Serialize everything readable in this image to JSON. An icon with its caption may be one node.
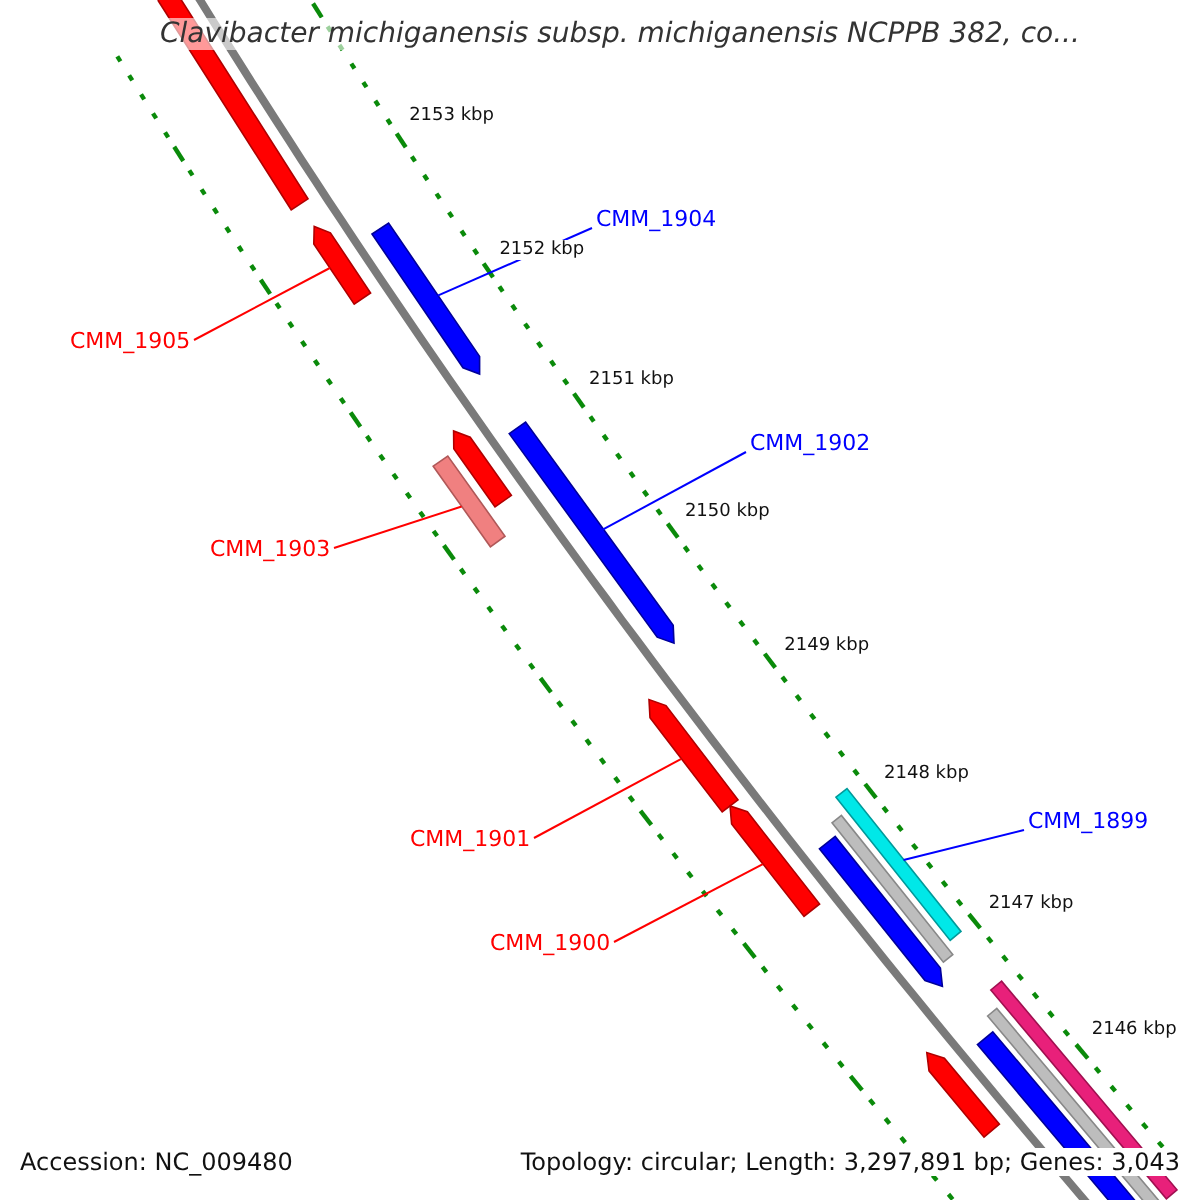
{
  "diagram": {
    "title": "Clavibacter michiganensis subsp. michiganensis NCPPB 382, co...",
    "nodes": [
      {
        "text": [
          "CMM_1904"
        ]
      },
      {
        "text": [],
        "shape": "bar"
      },
      {
        "text": [
          "CMM_1905"
        ]
      },
      {
        "text": [],
        "shape": "bar"
      },
      {
        "text": [
          "CMM_1902"
        ]
      },
      {
        "text": [],
        "shape": "bar"
      },
      {
        "text": [
          "CMM_1903"
        ]
      },
      {
        "text": [],
        "shape": "bar"
      },
      {
        "text": [
          "CMM_1899"
        ]
      },
      {
        "text": [],
        "shape": "bar"
      },
      {
        "text": [
          "CMM_1901"
        ]
      },
      {
        "text": [],
        "shape": "bar"
      },
      {
        "text": [
          "CMM_1900"
        ]
      },
      {
        "text": [],
        "shape": "bar"
      },
      {
        "text": [],
        "shape": "bar"
      },
      {
        "text": [],
        "shape": "bar"
      },
      {
        "text": [],
        "shape": "bar"
      },
      {
        "text": [],
        "shape": "bar"
      },
      {
        "text": [],
        "shape": "bar"
      },
      {
        "text": [],
        "shape": "bar"
      },
      {
        "text": [],
        "shape": "bar"
      },
      {
        "text": [],
        "shape": "bar"
      }
    ],
    "edges": [
      {
        "from": 0,
        "to": 1,
        "arrow": "none",
        "color": "#0000ff"
      },
      {
        "from": 2,
        "to": 3,
        "arrow": "none"
      },
      {
        "from": 4,
        "to": 5,
        "arrow": "none",
        "color": "#0000ff"
      },
      {
        "from": 6,
        "to": 7,
        "arrow": "none"
      },
      {
        "from": 8,
        "to": 9,
        "arrow": "none",
        "color": "#0000ff"
      },
      {
        "from": 10,
        "to": 11,
        "arrow": "none"
      },
      {
        "from": 12,
        "to": 13,
        "arrow": "none"
      }
    ],
    "labels": [
      "2153 kbp",
      "2152 kbp",
      "2151 kbp",
      "2150 kbp",
      "2149 kbp",
      "2148 kbp",
      "2147 kbp",
      "2146 kbp",
      "Accession: NC_009480",
      "Topology: circular; Length: 3,297,891 bp; Genes: 3,043"
    ]
  }
}
